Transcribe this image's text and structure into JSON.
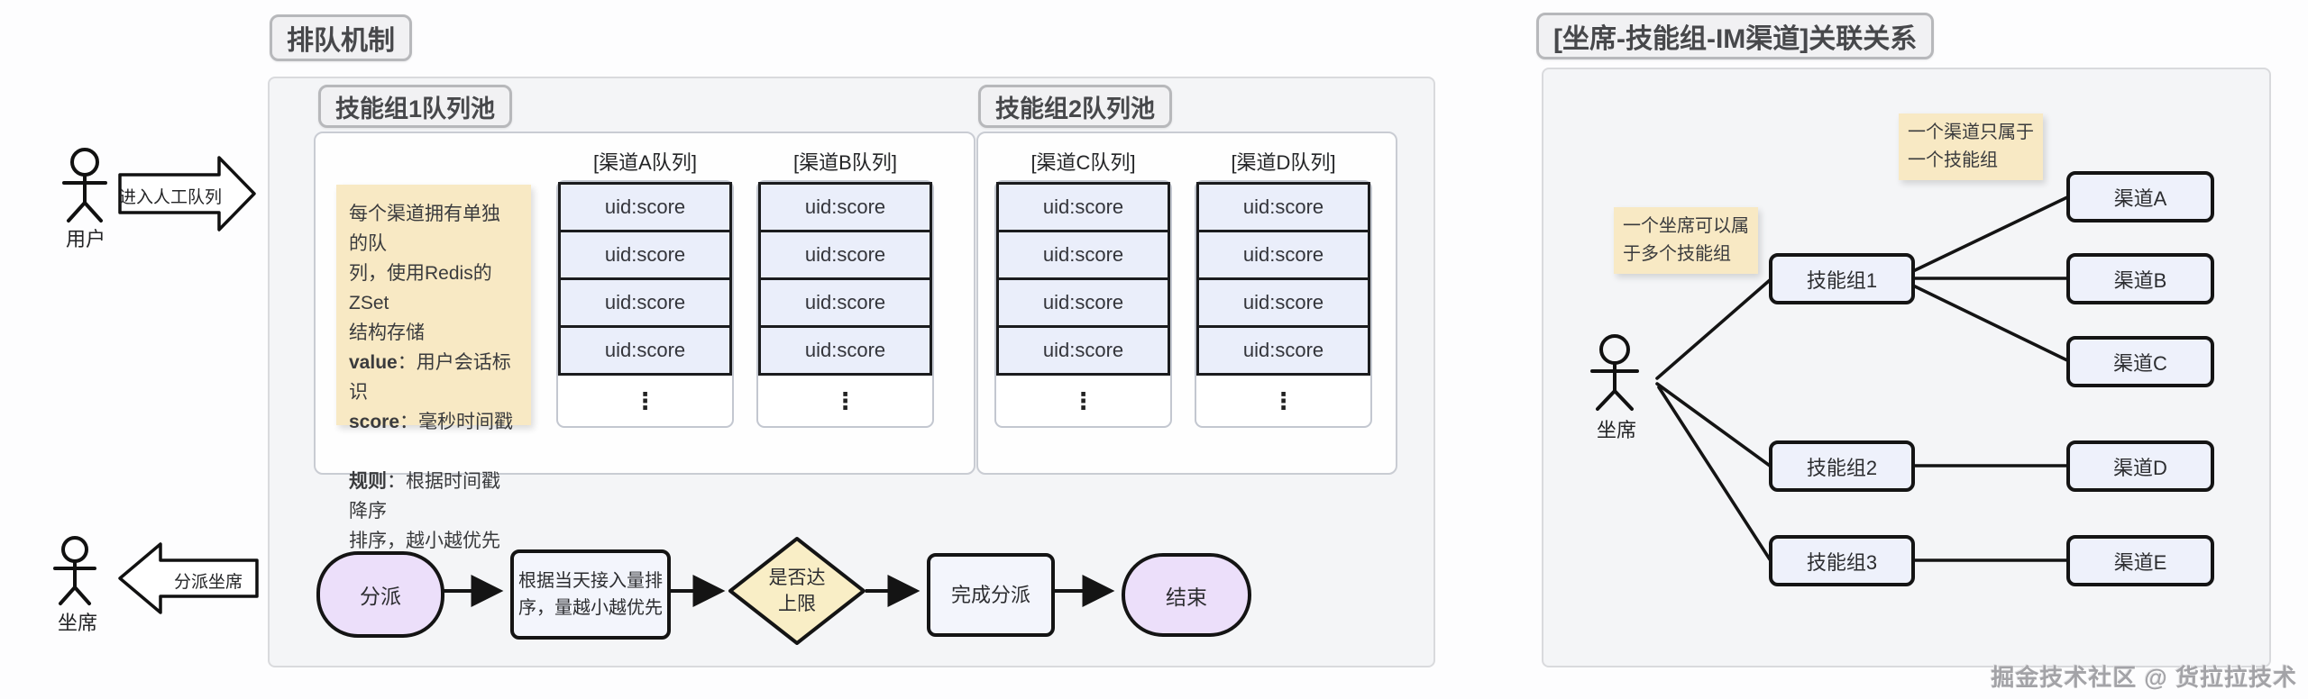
{
  "page": {
    "watermark": "掘金技术社区 @ 货拉拉技术"
  },
  "colors": {
    "note_yellow": "#f8e9c4",
    "terminal_purple": "#ecdffa",
    "queue_cell_blue": "#eaeefa",
    "diamond_yellow": "#f9eec6",
    "panel_gray": "#f4f5f7",
    "stroke_dark": "#141414"
  },
  "left_section": {
    "title": "排队机制",
    "user_actor": {
      "label": "用户",
      "arrow_label": "进入人工队列"
    },
    "agent_actor": {
      "label": "坐席",
      "arrow_label": "分派坐席"
    },
    "note": {
      "lines": [
        [
          {
            "t": "每个渠道拥有单独的队"
          }
        ],
        [
          {
            "t": "列，使用Redis的ZSet"
          }
        ],
        [
          {
            "t": "结构存储"
          }
        ],
        [
          {
            "t": "value",
            "b": 1
          },
          {
            "t": "：用户会话标识"
          }
        ],
        [
          {
            "t": "score",
            "b": 1
          },
          {
            "t": "：毫秒时间戳"
          }
        ],
        [
          {
            "t": ""
          }
        ],
        [
          {
            "t": "规则",
            "b": 1
          },
          {
            "t": "：根据时间戳降序"
          }
        ],
        [
          {
            "t": "排序，越小越优先"
          }
        ]
      ]
    },
    "pools": [
      {
        "title": "技能组1队列池",
        "queues": [
          {
            "header": "[渠道A队列]",
            "rows": [
              "uid:score",
              "uid:score",
              "uid:score",
              "uid:score"
            ],
            "ellipsis": "⋮"
          },
          {
            "header": "[渠道B队列]",
            "rows": [
              "uid:score",
              "uid:score",
              "uid:score",
              "uid:score"
            ],
            "ellipsis": "⋮"
          }
        ]
      },
      {
        "title": "技能组2队列池",
        "queues": [
          {
            "header": "[渠道C队列]",
            "rows": [
              "uid:score",
              "uid:score",
              "uid:score",
              "uid:score"
            ],
            "ellipsis": "⋮"
          },
          {
            "header": "[渠道D队列]",
            "rows": [
              "uid:score",
              "uid:score",
              "uid:score",
              "uid:score"
            ],
            "ellipsis": "⋮"
          }
        ]
      }
    ],
    "flow": {
      "start": "分派",
      "step_sort": "根据当天接入量排序，量越小越优先",
      "decision": "是否达上限",
      "step_done": "完成分派",
      "end": "结束"
    }
  },
  "right_section": {
    "title": "[坐席-技能组-IM渠道]关联关系",
    "actor_label": "坐席",
    "notes": {
      "agent": "一个坐席可以属于多个技能组",
      "channel": "一个渠道只属于一个技能组"
    },
    "groups": [
      "技能组1",
      "技能组2",
      "技能组3"
    ],
    "channels": [
      "渠道A",
      "渠道B",
      "渠道C",
      "渠道D",
      "渠道E"
    ]
  }
}
